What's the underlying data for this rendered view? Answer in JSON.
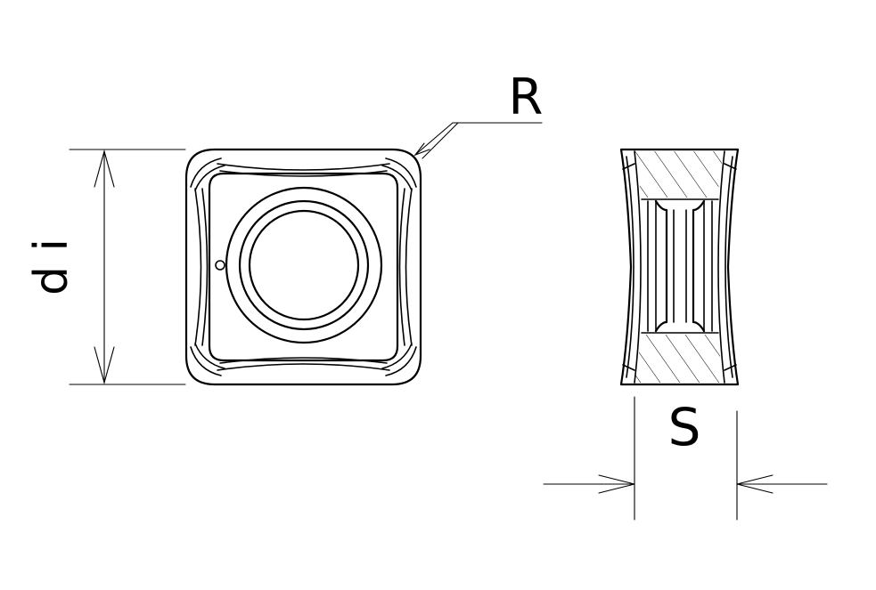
{
  "labels": {
    "corner_radius": "R",
    "inscribed_diameter": "d i",
    "thickness": "S"
  }
}
